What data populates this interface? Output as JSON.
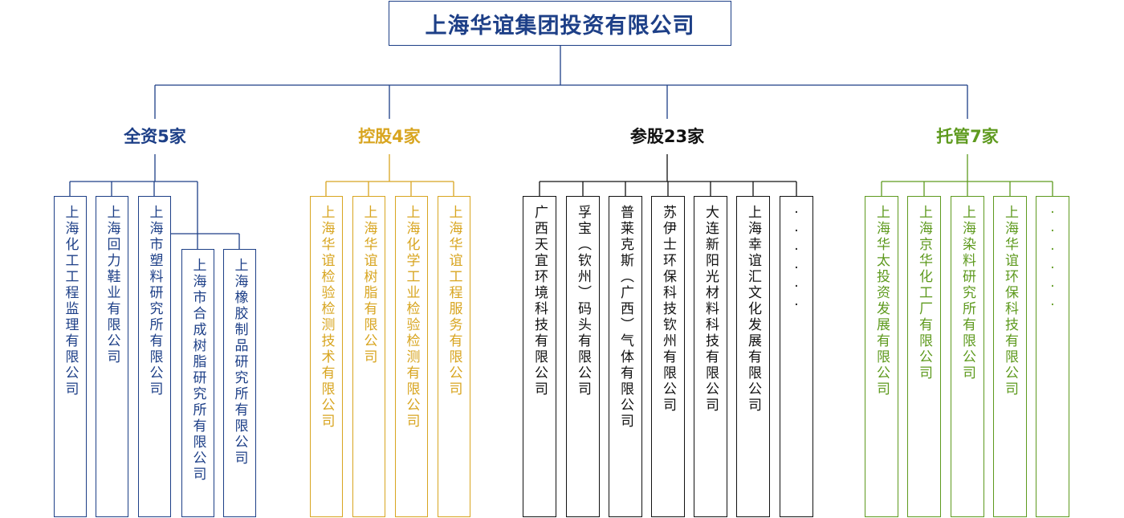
{
  "root": "上海华谊集团投资有限公司",
  "colors": {
    "blue": "#1d3f87",
    "gold": "#d8a520",
    "black": "#111111",
    "green": "#5e9a1e"
  },
  "categories": [
    {
      "label": "全资5家",
      "companies": [
        "上海化工工程监理有限公司",
        "上海回力鞋业有限公司",
        "上海市塑料研究所有限公司",
        "上海市合成树脂研究所有限公司",
        "上海橡胶制品研究所有限公司"
      ]
    },
    {
      "label": "控股4家",
      "companies": [
        "上海华谊检验检测技术有限公司",
        "上海华谊树脂有限公司",
        "上海化学工业检验检测有限公司",
        "上海华谊工程服务有限公司"
      ]
    },
    {
      "label": "参股23家",
      "companies": [
        "广西天宜环境科技有限公司",
        "孚宝（钦州）码头有限公司",
        "普莱克斯（广西）气体有限公司",
        "苏伊士环保科技钦州有限公司",
        "大连新阳光材料科技有限公司",
        "上海幸谊汇文化发展有限公司",
        "······"
      ]
    },
    {
      "label": "托管7家",
      "companies": [
        "上海华太投资发展有限公司",
        "上海京华化工厂有限公司",
        "上海染料研究所有限公司",
        "上海华谊环保科技有限公司",
        "······"
      ]
    }
  ]
}
